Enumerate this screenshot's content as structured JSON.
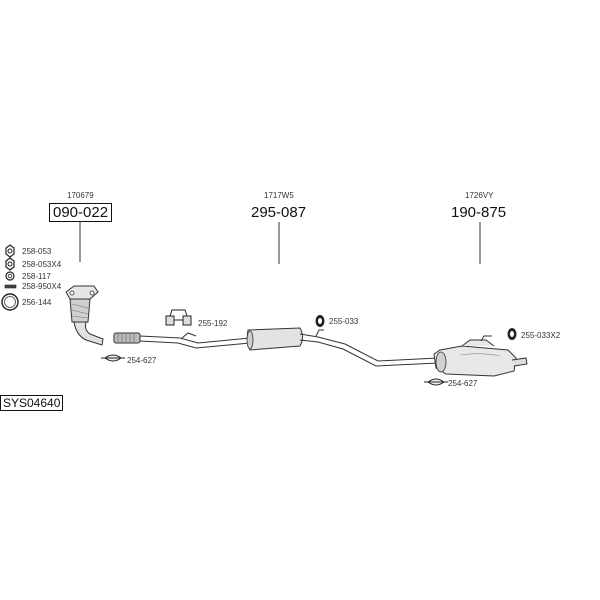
{
  "components": [
    {
      "ref": "170679",
      "part": "090-022",
      "boxed": true
    },
    {
      "ref": "1717W5",
      "part": "295-087",
      "boxed": false
    },
    {
      "ref": "1726VY",
      "part": "190-875",
      "boxed": false
    }
  ],
  "hardware": {
    "left": [
      "258-053",
      "258-053X4",
      "258-117",
      "258-950X4",
      "256-144"
    ],
    "hanger_mid": "255-192",
    "clamp_left": "254-627",
    "rubber_mid": "255-033",
    "rubber_right": "255-033X2",
    "clamp_right": "254-627"
  },
  "system_code": "SYS04640",
  "colors": {
    "line": "#333333",
    "fill_light": "#e6e6e6",
    "fill_mid": "#c8c8c8"
  }
}
